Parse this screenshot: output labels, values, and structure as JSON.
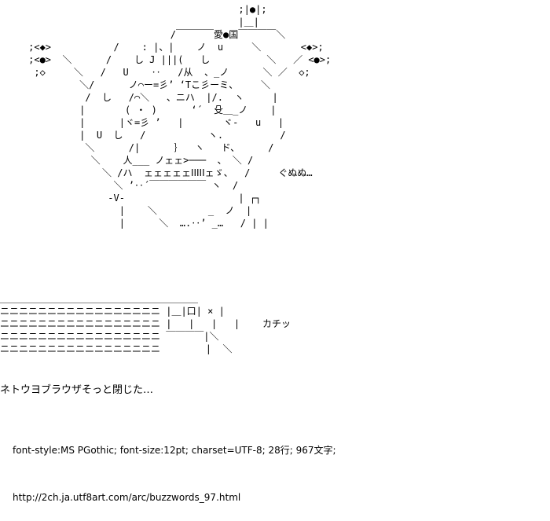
{
  "art": {
    "lines": [
      "                                          ;|●|;",
      "                                          |＿|",
      "                              /￣￣￣￣愛●国￣￣￣￣＼",
      "     ;<◆>           /    : |、|    ノ  u     ＼       <◆>;",
      "     ;<●>  ＼      /    し J |||(   し          ＼   ／ <●>;",
      "      ;◇     ＼   /   U    ‥   /从  、_ノ      ＼ ／  ◇;",
      "              ＼/      ノ⌒ー=彡’ ‘Tこ彡ーミ、    ＼",
      "               /  し   /⌒＼   、ニハ  |/.  ヽ     |",
      "              |       ( ・ )      ‘´  殳＿_ノ    |",
      "              |      |ヾ=彡 ’   |       ヾ-   u   |",
      "              |  U  し   /           ヽ.          /",
      "               ＼      /|      ｝  ヽ   ド、     /",
      "                ＼    人___ ノェェ>───  、 ＼ /",
      "                  ＼ /ハ  ェェェェェⅠⅠⅠⅠⅠェゞ、  /     ぐぬぬ…",
      "                    ＼ ’‥´￣￣￣￣￣￣ ヽ  /",
      "                   -V-                    | ┌┐",
      "                     |    ＼         _  ノ  |",
      "                     |      ＼  ….‥’ _…   / | |",
      "",
      "",
      "",
      "",
      "",
      "＿＿＿＿＿＿＿＿＿＿＿＿＿＿＿＿＿＿＿＿＿",
      "ニニニニニニニニニニニニニニニニニ |＿|口| × |",
      "ニニニニニニニニニニニニニニニニニ |   |   |   |    カチッ",
      "ニニニニニニニニニニニニニニニニニ ￣￣￣￣|＼",
      "ニニニニニニニニニニニニニニニニニ        |  ＼"
    ]
  },
  "caption": "ネトウヨブラウザそっと閉じた…",
  "meta": {
    "info": "font-style:MS PGothic; font-size:12pt; charset=UTF-8; 28行; 967文字;",
    "url": "http://2ch.ja.utf8art.com/arc/buzzwords_97.html"
  }
}
